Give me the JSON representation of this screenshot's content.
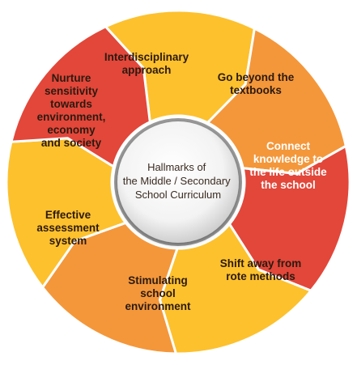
{
  "center": {
    "lines": [
      "Hallmarks of",
      "the Middle / Secondary",
      "School Curriculum"
    ]
  },
  "segments": [
    {
      "id": "interdisciplinary",
      "lines": [
        "Interdisciplinary",
        "approach"
      ],
      "color": "#FDC12D",
      "text_color": "#2B1A10"
    },
    {
      "id": "textbooks",
      "lines": [
        "Go beyond the",
        "textbooks"
      ],
      "color": "#F4973A",
      "text_color": "#2B1A10"
    },
    {
      "id": "connect-knowledge",
      "lines": [
        "Connect",
        "knowledge to",
        "the life outside",
        "the school"
      ],
      "color": "#E2473A",
      "text_color": "#FFFFFF"
    },
    {
      "id": "shift-rote",
      "lines": [
        "Shift away from",
        "rote methods"
      ],
      "color": "#FDC12D",
      "text_color": "#2B1A10"
    },
    {
      "id": "stimulating-environment",
      "lines": [
        "Stimulating",
        "school",
        "environment"
      ],
      "color": "#F4973A",
      "text_color": "#2B1A10"
    },
    {
      "id": "assessment",
      "lines": [
        "Effective",
        "assessment",
        "system"
      ],
      "color": "#FDC12D",
      "text_color": "#2B1A10"
    },
    {
      "id": "nurture-sensitivity",
      "lines": [
        "Nurture",
        "sensitivity",
        "towards",
        "environment,",
        "economy",
        "and society"
      ],
      "color": "#E2473A",
      "text_color": "#2B1A10"
    }
  ]
}
